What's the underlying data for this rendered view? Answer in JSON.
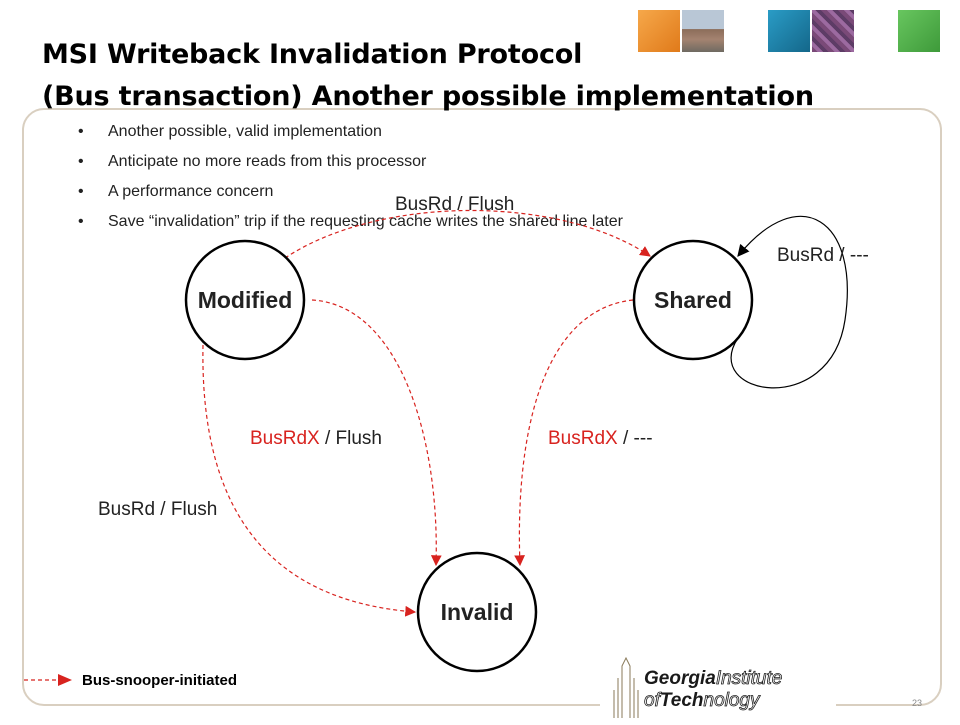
{
  "title": {
    "line1": "MSI Writeback Invalidation Protocol",
    "line2": "(Bus transaction) Another possible implementation"
  },
  "bullets": [
    "Another possible, valid implementation",
    "Anticipate no more reads from this processor",
    "A performance concern",
    "Save “invalidation” trip if the requesting cache writes the shared line later"
  ],
  "states": {
    "modified": "Modified",
    "shared": "Shared",
    "invalid": "Invalid"
  },
  "edges": {
    "modified_to_shared": "BusRd / Flush",
    "shared_self": "BusRd / ---",
    "modified_to_invalid_busrdx": "BusRdX",
    "modified_to_invalid_action": " / Flush",
    "shared_to_invalid_busrdx": "BusRdX",
    "shared_to_invalid_action": " / ---",
    "modified_to_invalid_busrd": "BusRd / Flush"
  },
  "legend": {
    "label": "Bus-snooper-initiated"
  },
  "footer": {
    "page_number": "23",
    "logo_word1": "Georgia",
    "logo_word2": "Institute",
    "logo_word3": "of",
    "logo_word4": "Tech",
    "logo_word5": "nology"
  },
  "colors": {
    "snooper_arrow": "#d8231f",
    "text": "#222222",
    "frame": "#d9cfc0",
    "tile_orange": "#f0922c",
    "tile_blue": "#1d7fa6",
    "tile_green": "#4fb34a"
  }
}
